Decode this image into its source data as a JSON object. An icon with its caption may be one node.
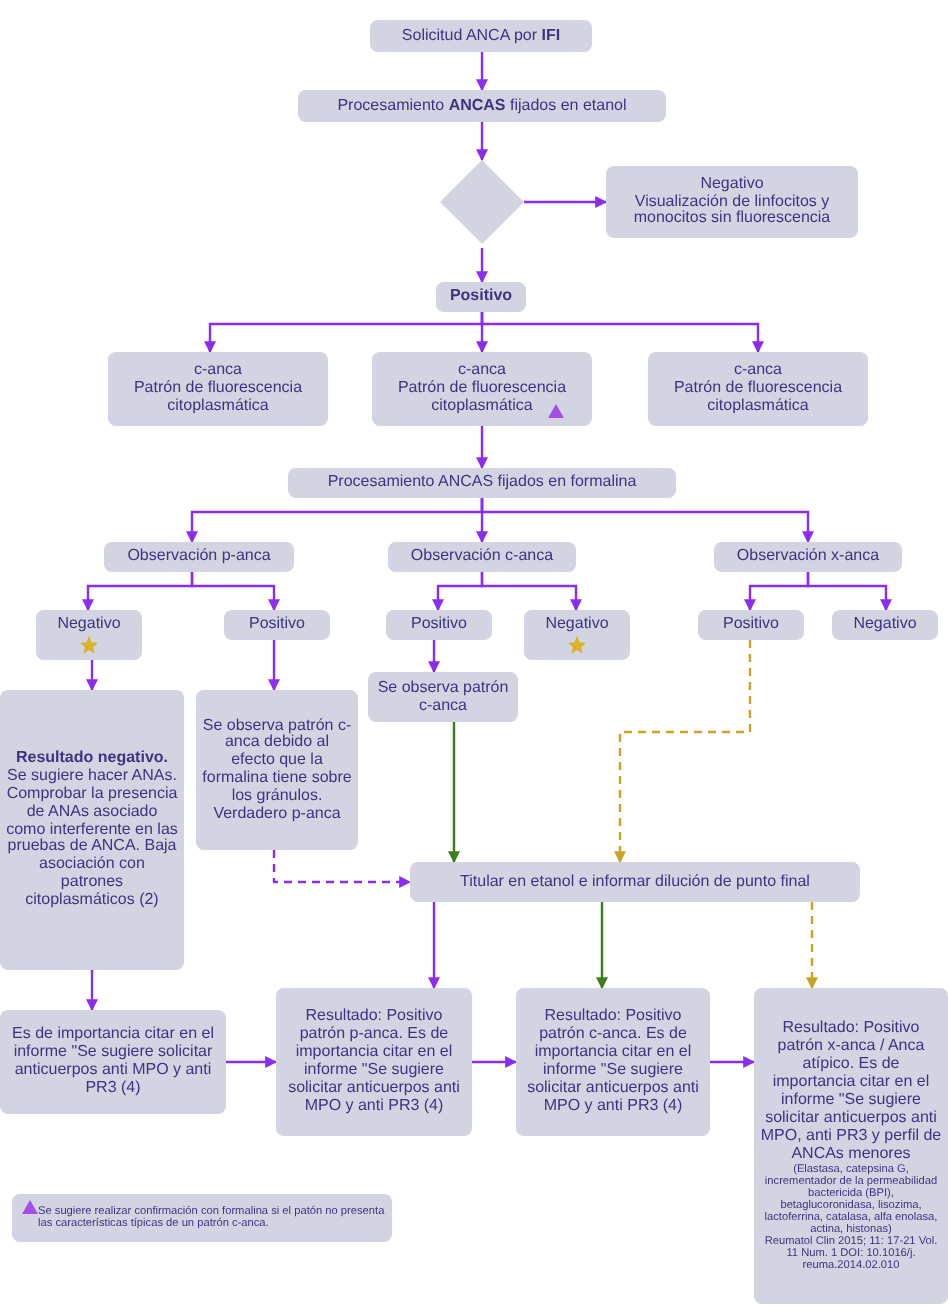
{
  "diagram": {
    "nodes": [
      {
        "text": [
          "Solicitud ANCA por **IFI**"
        ]
      },
      {
        "text": [
          "Procesamiento **ANCAS** fijados en etanol"
        ]
      },
      {
        "text": [],
        "shape": "diamond"
      },
      {
        "text": [
          "Negativo",
          "Visualización de linfocitos y monocitos sin fluorescencia"
        ]
      },
      {
        "text": [
          "Positivo"
        ]
      },
      {
        "text": [
          "c-anca",
          "Patrón de fluorescencia citoplasmática"
        ]
      },
      {
        "text": [
          "c-anca",
          "Patrón de fluorescencia citoplasmática"
        ]
      },
      {
        "text": [
          "c-anca",
          "Patrón de fluorescencia citoplasmática"
        ]
      },
      {
        "text": [
          "Procesamiento ANCAS fijados en formalina"
        ]
      },
      {
        "text": [
          "Observación p-anca"
        ]
      },
      {
        "text": [
          "Observación c-anca"
        ]
      },
      {
        "text": [
          "Observación x-anca"
        ]
      },
      {
        "text": [
          "Negativo"
        ]
      },
      {
        "text": [
          "Positivo"
        ]
      },
      {
        "text": [
          "Positivo"
        ]
      },
      {
        "text": [
          "Negativo"
        ]
      },
      {
        "text": [
          "Positivo"
        ]
      },
      {
        "text": [
          "Negativo"
        ]
      },
      {
        "text": [
          "**Resultado negativo.** Se sugiere hacer ANAs. Comprobar la presencia de ANAs asociado como interferente en las pruebas de ANCA. Baja asociación con patrones citoplasmáticos (2)"
        ]
      },
      {
        "text": [
          "Se observa patrón c-anca debido al efecto que la formalina tiene sobre los gránulos. Verdadero p-anca"
        ]
      },
      {
        "text": [
          "Se observa patrón c-anca"
        ]
      },
      {
        "text": [
          "Titular en etanol e informar dilución de punto final"
        ]
      },
      {
        "text": [
          "Es de importancia citar en el informe \"Se sugiere solicitar anticuerpos anti MPO y anti PR3 (4)"
        ]
      },
      {
        "text": [
          "Resultado: Positivo patrón p-anca. Es de importancia citar en el informe \"Se sugiere solicitar anticuerpos anti MPO y anti PR3 (4)"
        ]
      },
      {
        "text": [
          "Resultado: Positivo patrón c-anca. Es de importancia citar en el informe \"Se sugiere solicitar anticuerpos anti MPO y anti PR3 (4)"
        ]
      },
      {
        "text": [
          "Resultado: Positivo patrón x-anca / Anca atípico. Es de importancia citar en el informe \"Se sugiere solicitar anticuerpos anti MPO, anti PR3 y perfil de ANCAs menores",
          "(Elastasa, catepsina G, incrementador de la permeabilidad bactericida (BPI), betaglucoronidasa, lisozima, lactoferrina, catalasa, alfa enolasa, actina, histonas)",
          "Reumatol Clin 2015; 11: 17-21 Vol. 11 Num. 1 DOI: 10.1016/j. reuma.2014.02.010"
        ]
      },
      {
        "text": [
          "Se sugiere realizar confirmación con formalina si el patón no presenta las características típicas de un patrón c-anca."
        ]
      }
    ],
    "edges": [
      {
        "from": 0,
        "to": 1,
        "arrow": "to"
      },
      {
        "from": 1,
        "to": 2,
        "arrow": "to"
      },
      {
        "from": 2,
        "to": 3,
        "arrow": "to"
      },
      {
        "from": 2,
        "to": 4,
        "arrow": "to"
      },
      {
        "from": 4,
        "to": 5,
        "arrow": "to"
      },
      {
        "from": 4,
        "to": 6,
        "arrow": "to"
      },
      {
        "from": 4,
        "to": 7,
        "arrow": "to"
      },
      {
        "from": 6,
        "to": 8,
        "arrow": "to"
      },
      {
        "from": 8,
        "to": 9,
        "arrow": "to"
      },
      {
        "from": 8,
        "to": 10,
        "arrow": "to"
      },
      {
        "from": 8,
        "to": 11,
        "arrow": "to"
      },
      {
        "from": 9,
        "to": 12,
        "arrow": "to"
      },
      {
        "from": 9,
        "to": 13,
        "arrow": "to"
      },
      {
        "from": 10,
        "to": 14,
        "arrow": "to"
      },
      {
        "from": 10,
        "to": 15,
        "arrow": "to"
      },
      {
        "from": 11,
        "to": 16,
        "arrow": "to"
      },
      {
        "from": 11,
        "to": 17,
        "arrow": "to"
      },
      {
        "from": 12,
        "to": 18,
        "arrow": "to"
      },
      {
        "from": 13,
        "to": 19,
        "arrow": "to"
      },
      {
        "from": 14,
        "to": 20,
        "arrow": "to"
      },
      {
        "from": 20,
        "to": 21,
        "arrow": "to",
        "color": "#3f7d20"
      },
      {
        "from": 16,
        "to": 21,
        "arrow": "to",
        "style": "dashed",
        "color": "#c9a227"
      },
      {
        "from": 19,
        "to": 21,
        "arrow": "to",
        "style": "dashed"
      },
      {
        "from": 21,
        "to": 23,
        "arrow": "to"
      },
      {
        "from": 21,
        "to": 24,
        "arrow": "to",
        "color": "#3f7d20"
      },
      {
        "from": 21,
        "to": 25,
        "arrow": "to",
        "style": "dashed",
        "color": "#c9a227"
      },
      {
        "from": 18,
        "to": 22,
        "arrow": "to"
      },
      {
        "from": 22,
        "to": 23,
        "arrow": "to"
      },
      {
        "from": 23,
        "to": 24,
        "arrow": "to"
      },
      {
        "from": 24,
        "to": 25,
        "arrow": "to"
      }
    ]
  }
}
